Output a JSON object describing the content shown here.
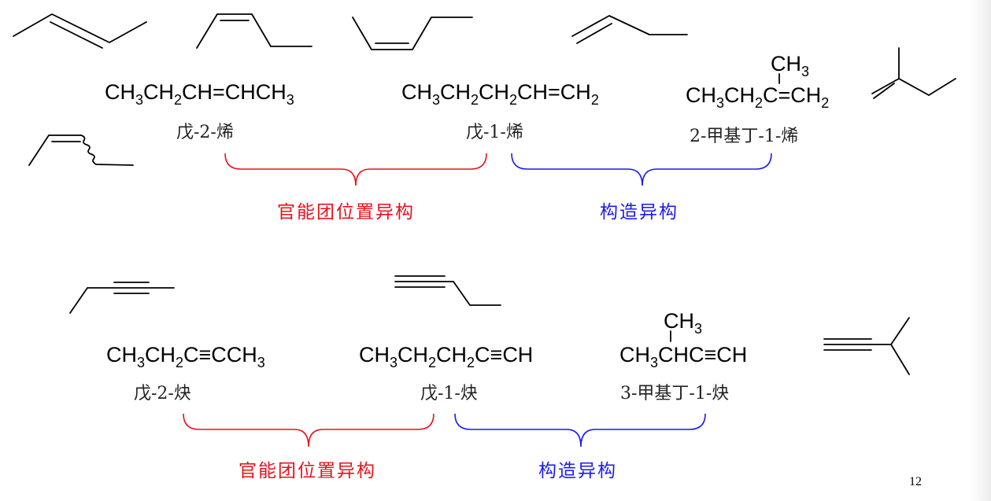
{
  "alkenes": {
    "formula_a": {
      "p1": "CH",
      "s1": "3",
      "p2": "CH",
      "s2": "2",
      "p3": "CH=CHCH",
      "s3": "3"
    },
    "formula_b": {
      "p1": "CH",
      "s1": "3",
      "p2": "CH",
      "s2": "2",
      "p3": "CH",
      "s3": "2",
      "p4": "CH=CH",
      "s4": "2"
    },
    "formula_c": {
      "branch": "CH",
      "branch_sub": "3",
      "p1": "CH",
      "s1": "3",
      "p2": "CH",
      "s2": "2",
      "p3": "C=CH",
      "s3": "2"
    },
    "name_a": "戊-2-烯",
    "name_b": "戊-1-烯",
    "name_c": "2-甲基丁-1-烯",
    "label_red": "官能团位置异构",
    "label_blue": "构造异构"
  },
  "alkynes": {
    "formula_a": {
      "p1": "CH",
      "s1": "3",
      "p2": "CH",
      "s2": "2",
      "p3": "C",
      "bond": "≡",
      "p4": "CCH",
      "s4": "3"
    },
    "formula_b": {
      "p1": "CH",
      "s1": "3",
      "p2": "CH",
      "s2": "2",
      "p3": "CH",
      "s3": "2",
      "p4": "C",
      "bond": "≡",
      "p5": "CH"
    },
    "formula_c": {
      "branch": "CH",
      "branch_sub": "3",
      "p1": "CH",
      "s1": "3",
      "p2": "CHC",
      "bond": "≡",
      "p3": "CH"
    },
    "name_a": "戊-2-炔",
    "name_b": "戊-1-炔",
    "name_c": "3-甲基丁-1-炔",
    "label_red": "官能团位置异构",
    "label_blue": "构造异构"
  },
  "page_number": "12",
  "colors": {
    "red": "#e8121b",
    "blue": "#1a1aef"
  }
}
